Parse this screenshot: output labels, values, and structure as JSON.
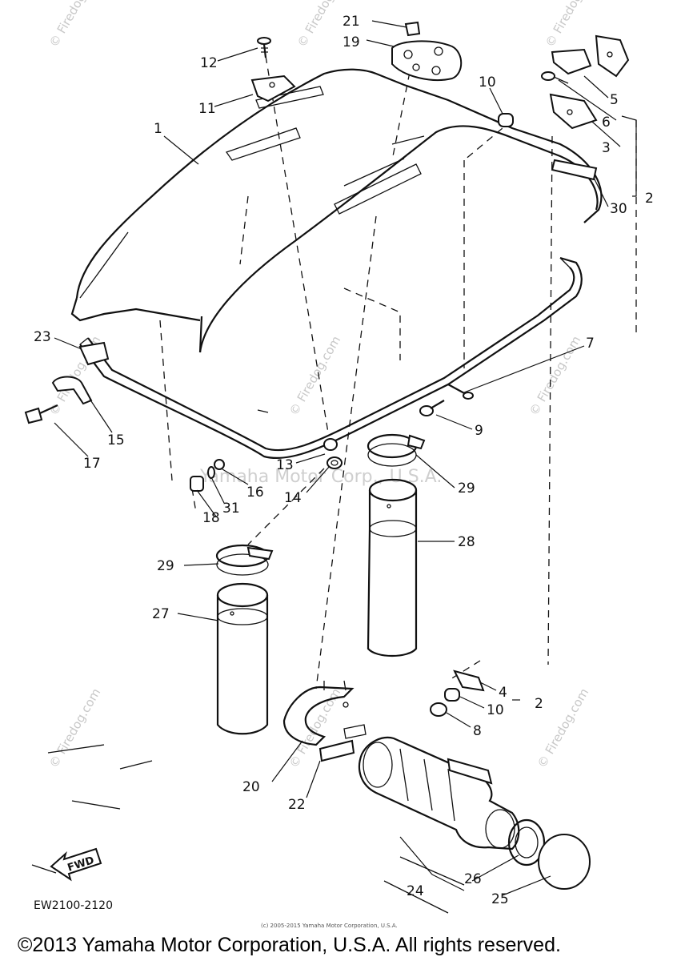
{
  "watermark": {
    "site": "© Firedog.com",
    "center": "Yamaha Motor Corp., U.S.A.",
    "small_notice": "(c) 2005-2015 Yamaha Motor Corporation, U.S.A."
  },
  "diagram": {
    "code": "EW2100-2120",
    "fwd_label": "FWD"
  },
  "callouts": [
    "1",
    "2",
    "3",
    "4",
    "5",
    "6",
    "7",
    "8",
    "9",
    "10",
    "11",
    "12",
    "13",
    "14",
    "15",
    "16",
    "17",
    "18",
    "19",
    "20",
    "21",
    "22",
    "23",
    "24",
    "25",
    "26",
    "27",
    "28",
    "29",
    "30",
    "31"
  ],
  "callout_text": {
    "c1": "1",
    "c2a": "2",
    "c2b": "2",
    "c3": "3",
    "c4": "4",
    "c5": "5",
    "c6": "6",
    "c7": "7",
    "c8": "8",
    "c9": "9",
    "c10a": "10",
    "c10b": "10",
    "c11": "11",
    "c12": "12",
    "c13": "13",
    "c14": "14",
    "c15": "15",
    "c16": "16",
    "c17": "17",
    "c18": "18",
    "c19": "19",
    "c20": "20",
    "c21": "21",
    "c22": "22",
    "c23": "23",
    "c24": "24",
    "c25": "25",
    "c26": "26",
    "c27": "27",
    "c28": "28",
    "c29a": "29",
    "c29b": "29",
    "c30": "30",
    "c31": "31"
  },
  "footer": {
    "copyright": "©2013 Yamaha Motor Corporation, U.S.A. All rights reserved."
  }
}
